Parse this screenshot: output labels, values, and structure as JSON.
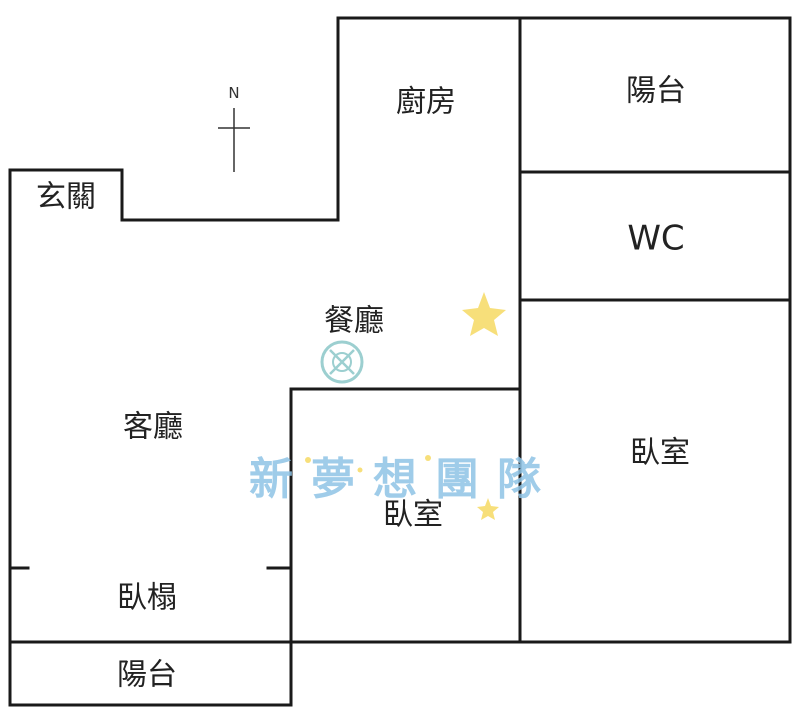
{
  "compass": {
    "north": "N"
  },
  "rooms": {
    "kitchen": "廚房",
    "balcony_top": "陽台",
    "wc": "WC",
    "entrance": "玄關",
    "dining": "餐廳",
    "living": "客廳",
    "bedroom_center": "臥室",
    "bedroom_right": "臥室",
    "bed_alcove": "臥榻",
    "balcony_bottom": "陽台"
  },
  "watermark": {
    "text": "新夢想團隊"
  },
  "colors": {
    "walls": "#1a1a1a",
    "watermark_text": "#8fc4e6",
    "watermark_star": "#f6dc6c"
  }
}
